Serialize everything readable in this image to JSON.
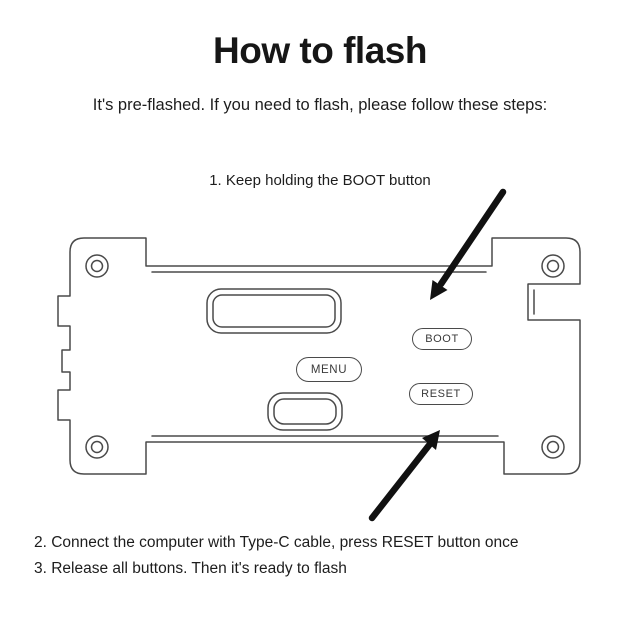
{
  "page": {
    "title": "How to flash",
    "subtitle": "It's pre-flashed. If you need to flash, please follow these steps:",
    "step1": "1. Keep holding the BOOT button",
    "step2": "2. Connect the computer with Type-C cable, press RESET button once",
    "step3": "3. Release all buttons. Then it's ready to flash"
  },
  "device": {
    "boot_label": "BOOT",
    "menu_label": "MENU",
    "reset_label": "RESET"
  },
  "colors": {
    "text": "#1c1c1c",
    "outline": "#4a4a4a",
    "arrow": "#111111",
    "background": "#ffffff"
  }
}
